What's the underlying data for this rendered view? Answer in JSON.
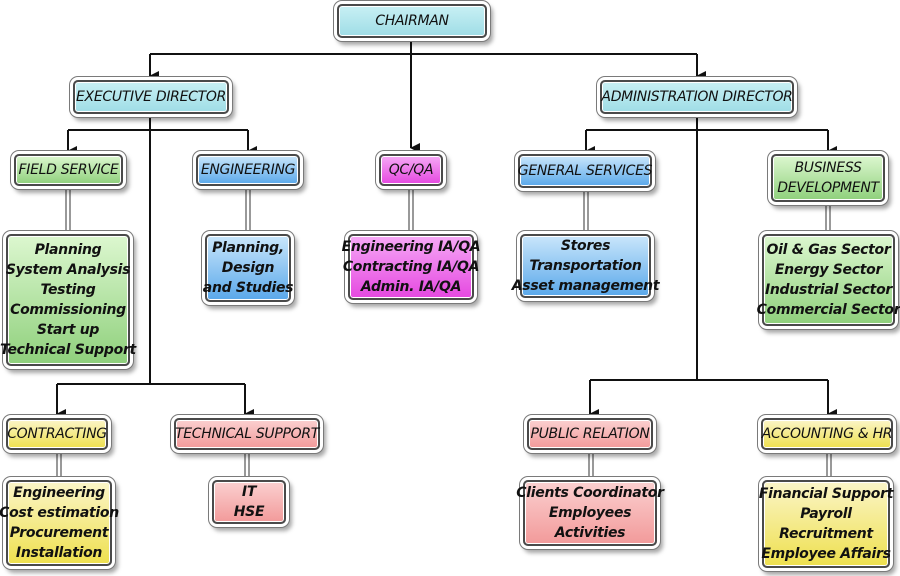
{
  "chairman": "CHAIRMAN",
  "executive_director": "EXECUTIVE DIRECTOR",
  "administration_director": "ADMINISTRATION DIRECTOR",
  "qcqa": {
    "title": "QC/QA",
    "items": [
      "Engineering IA/QA",
      "Contracting IA/QA",
      "Admin. IA/QA"
    ]
  },
  "field_service": {
    "title": "FIELD SERVICE",
    "items": [
      "Planning",
      "System Analysis",
      "Testing",
      "Commissioning",
      "Start up",
      "Technical Support"
    ]
  },
  "engineering": {
    "title": "ENGINEERING",
    "items": [
      "Planning,",
      "Design",
      "and Studies"
    ]
  },
  "contracting": {
    "title": "CONTRACTING",
    "items": [
      "Engineering",
      "Cost estimation",
      "Procurement",
      "Installation"
    ]
  },
  "technical_support": {
    "title": "TECHNICAL SUPPORT",
    "items": [
      "IT",
      "HSE"
    ]
  },
  "general_services": {
    "title": "GENERAL SERVICES",
    "items": [
      "Stores",
      "Transportation",
      "Asset management"
    ]
  },
  "business_development": {
    "title_lines": [
      "BUSINESS",
      "DEVELOPMENT"
    ],
    "items": [
      "Oil & Gas Sector",
      "Energy Sector",
      "Industrial Sector",
      "Commercial Sector"
    ]
  },
  "public_relation": {
    "title": "PUBLIC RELATION",
    "items": [
      "Clients Coordinator",
      "Employees",
      "Activities"
    ]
  },
  "accounting_hr": {
    "title": "ACCOUNTING & HR",
    "items": [
      "Financial Support",
      "Payroll",
      "Recruitment",
      "Employee Affairs"
    ]
  }
}
